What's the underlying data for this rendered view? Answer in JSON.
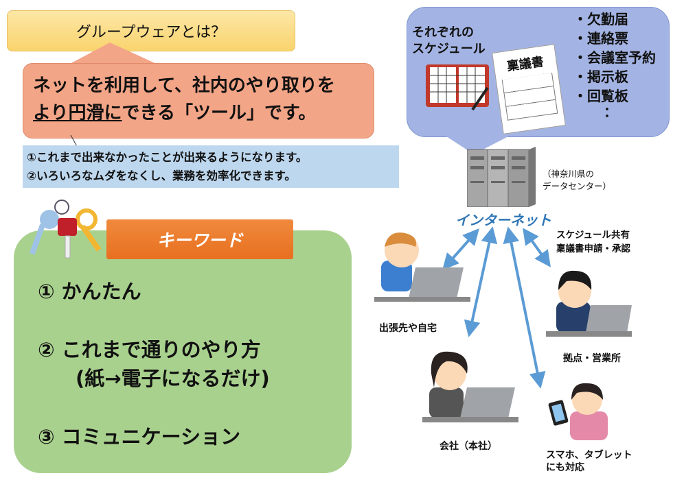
{
  "title": "グループウェアとは？",
  "definition": {
    "line1": "ネットを利用して、社内のやり取りを",
    "line2_underlined": "より円滑に",
    "line2_rest": "できる「ツール」です。"
  },
  "benefits": [
    "①これまで出来なかったことが出来るようになります。",
    "②いろいろなムダをなくし、業務を効率化できます。"
  ],
  "keywords": {
    "heading": "キーワード",
    "items": [
      "①  かんたん",
      "②  これまで通りのやり方",
      "(紙→電子になるだけ)",
      "③  コミュニケーション"
    ]
  },
  "cloud": {
    "schedule_label": [
      "それぞれの",
      "スケジュール"
    ],
    "document_title": "稟議書",
    "forms": [
      "・欠勤届",
      "・連絡票",
      "・会議室予約",
      "・掲示板",
      "・回覧板",
      "："
    ]
  },
  "datacenter": [
    "（神奈川県の",
    "データセンター）"
  ],
  "internet": "インターネット",
  "features": [
    "スケジュール共有",
    "稟議書申請・承認"
  ],
  "locations": {
    "remote": "出張先や自宅",
    "hq": "会社（本社）",
    "branch": "拠点・営業所",
    "mobile": [
      "スマホ、タブレット",
      "にも対応"
    ]
  },
  "colors": {
    "title": "#f9d46e",
    "callout": "#f3a587",
    "benefits": "#bdd7ee",
    "keyword_panel": "#a9d18e",
    "ribbon": "#e86f1f",
    "bubble": "#a3b3e3",
    "internet": "#2e75b6",
    "arrow": "#5b9bd5"
  }
}
